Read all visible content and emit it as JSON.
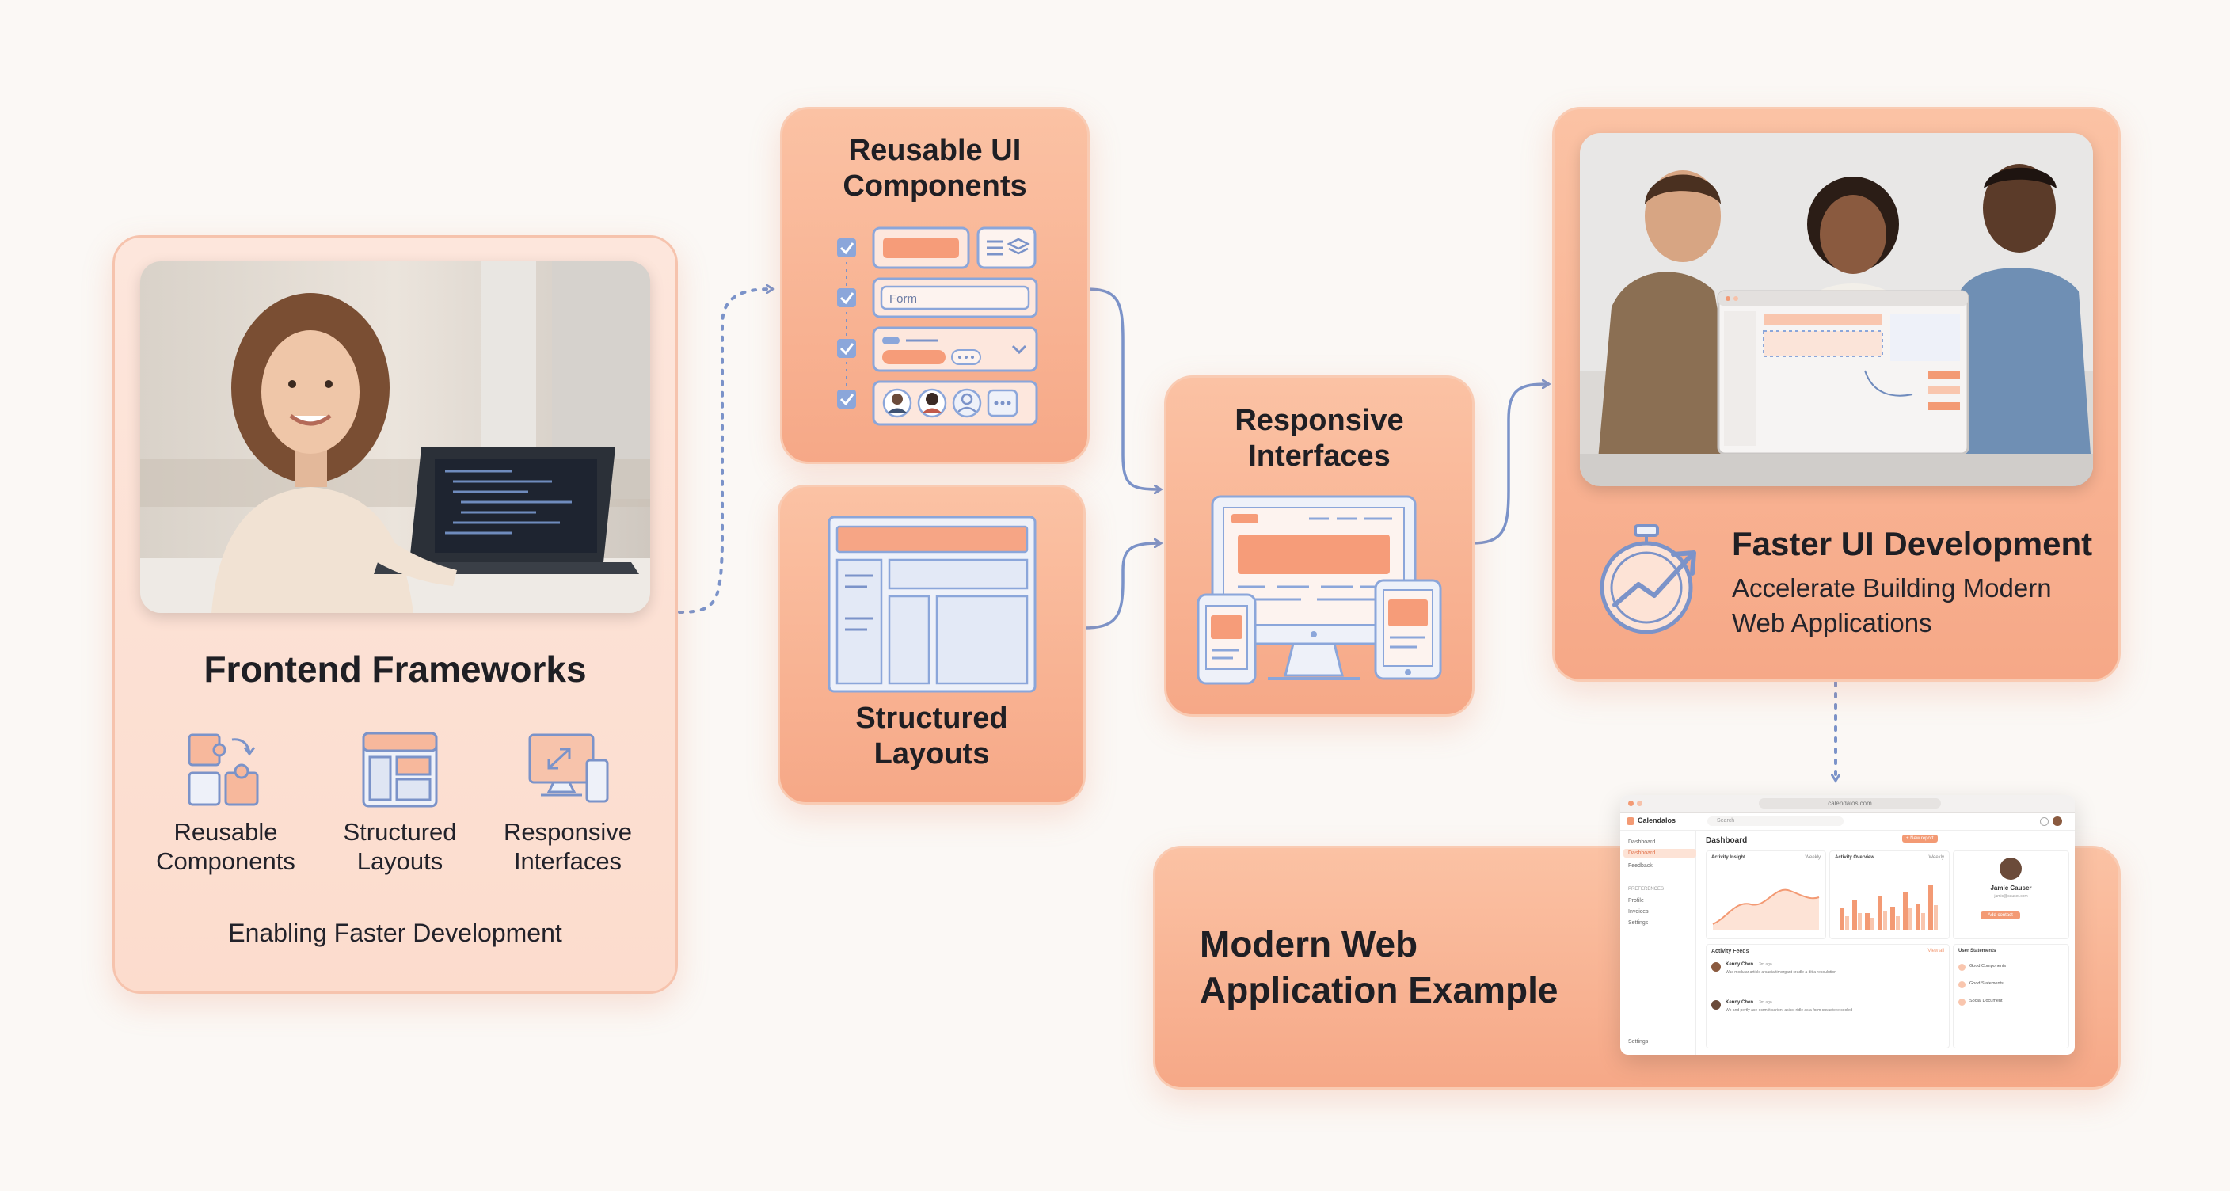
{
  "frontend": {
    "title": "Frontend Frameworks",
    "items": [
      {
        "line1": "Reusable",
        "line2": "Components",
        "icon": "puzzle-icon"
      },
      {
        "line1": "Structured",
        "line2": "Layouts",
        "icon": "layout-grid-icon"
      },
      {
        "line1": "Responsive",
        "line2": "Interfaces",
        "icon": "responsive-devices-icon"
      }
    ],
    "caption": "Enabling Faster Development"
  },
  "reusable_ui": {
    "title_line1": "Reusable UI",
    "title_line2": "Components",
    "form_placeholder": "Form"
  },
  "structured": {
    "title_line1": "Structured",
    "title_line2": "Layouts"
  },
  "responsive": {
    "title_line1": "Responsive",
    "title_line2": "Interfaces"
  },
  "faster": {
    "title": "Faster UI Development",
    "subtitle_line1": "Accelerate Building Modern",
    "subtitle_line2": "Web Applications",
    "icon": "stopwatch-growth-icon"
  },
  "modern": {
    "title_line1": "Modern Web",
    "title_line2": "Application Example",
    "app": {
      "brand": "Calendalos",
      "url": "calendalos.com",
      "search_placeholder": "Search",
      "heading": "Dashboard",
      "action_label": "+ New report",
      "nav": [
        "Dashboard",
        "Dashboard",
        "Feedback"
      ],
      "nav_section": "PREFERENCES",
      "nav_sub": [
        "Profile",
        "Invoices",
        "Settings"
      ],
      "nav_footer": "Settings",
      "chart1": "Activity Insight",
      "chart2": "Activity Overview",
      "chart1_period": "Weekly",
      "chart2_period": "Weekly",
      "feed_title": "Activity Feeds",
      "feed_link": "View all",
      "feed_items": [
        {
          "name": "Kenny Chen",
          "time": "3m ago",
          "text": "Was modular article arcadia timorgant cradle a dit a resoulution"
        },
        {
          "name": "Kenny Chen",
          "time": "3m ago",
          "text": "Wo and pertly ace ocrm it carion, asisst ridle as a form cuvasivee cooled"
        }
      ],
      "profile_name": "Jamic Causer",
      "profile_sub": "jamic@causer.com",
      "profile_button": "Add contact",
      "side_list_title": "User Statements",
      "side_list": [
        "Good Components",
        "Good Statements",
        "Social Document"
      ]
    }
  },
  "colors": {
    "accent": "#f39a74",
    "pale_card": "#fde3d7",
    "peach_card": "#f9b595",
    "line_blue": "#7b93c9",
    "ink": "#1f1f24"
  }
}
